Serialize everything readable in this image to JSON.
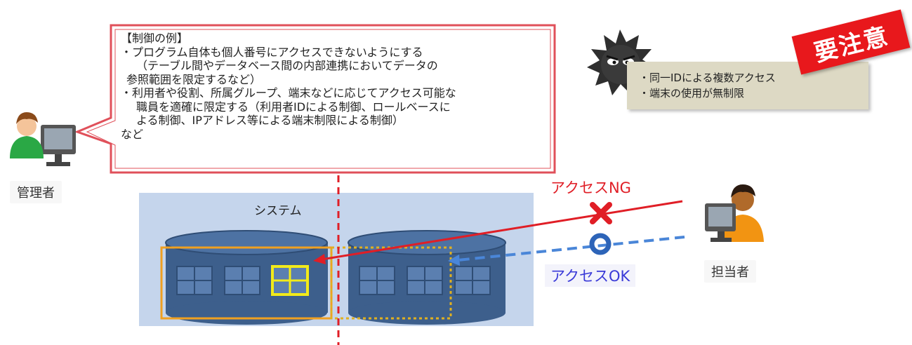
{
  "callout": {
    "title": "【制御の例】",
    "line1": "・プログラム自体も個人番号にアクセスできないようにする",
    "line2": "（テーブル間やデータベース間の内部連携においてデータの",
    "line3": "参照範囲を限定するなど）",
    "line4": "・利用者や役割、所属グループ、端末などに応じてアクセス可能な",
    "line5": "職員を適確に限定する（利用者IDによる制御、ロールベースに",
    "line6": "よる制御、IPアドレス等による端末制限による制御）",
    "line7": "など"
  },
  "warning": {
    "badge": "要注意",
    "item1": "・同一IDによる複数アクセス",
    "item2": "・端末の使用が無制限"
  },
  "admin_label": "管理者",
  "staff_label": "担当者",
  "system_label": "システム",
  "access_ng": "アクセスNG",
  "access_ok": "アクセスOK",
  "colors": {
    "callout_border": "#e0505a",
    "system_bg": "#c5d5ec",
    "db_blue": "#3d5f8c",
    "ng_red": "#e01e26",
    "ok_blue": "#4a86d8",
    "highlight_orange": "#f0a020",
    "highlight_yellow": "#f2ea1a",
    "warning_bg": "#ddd9c4",
    "badge_red": "#e8181c"
  }
}
